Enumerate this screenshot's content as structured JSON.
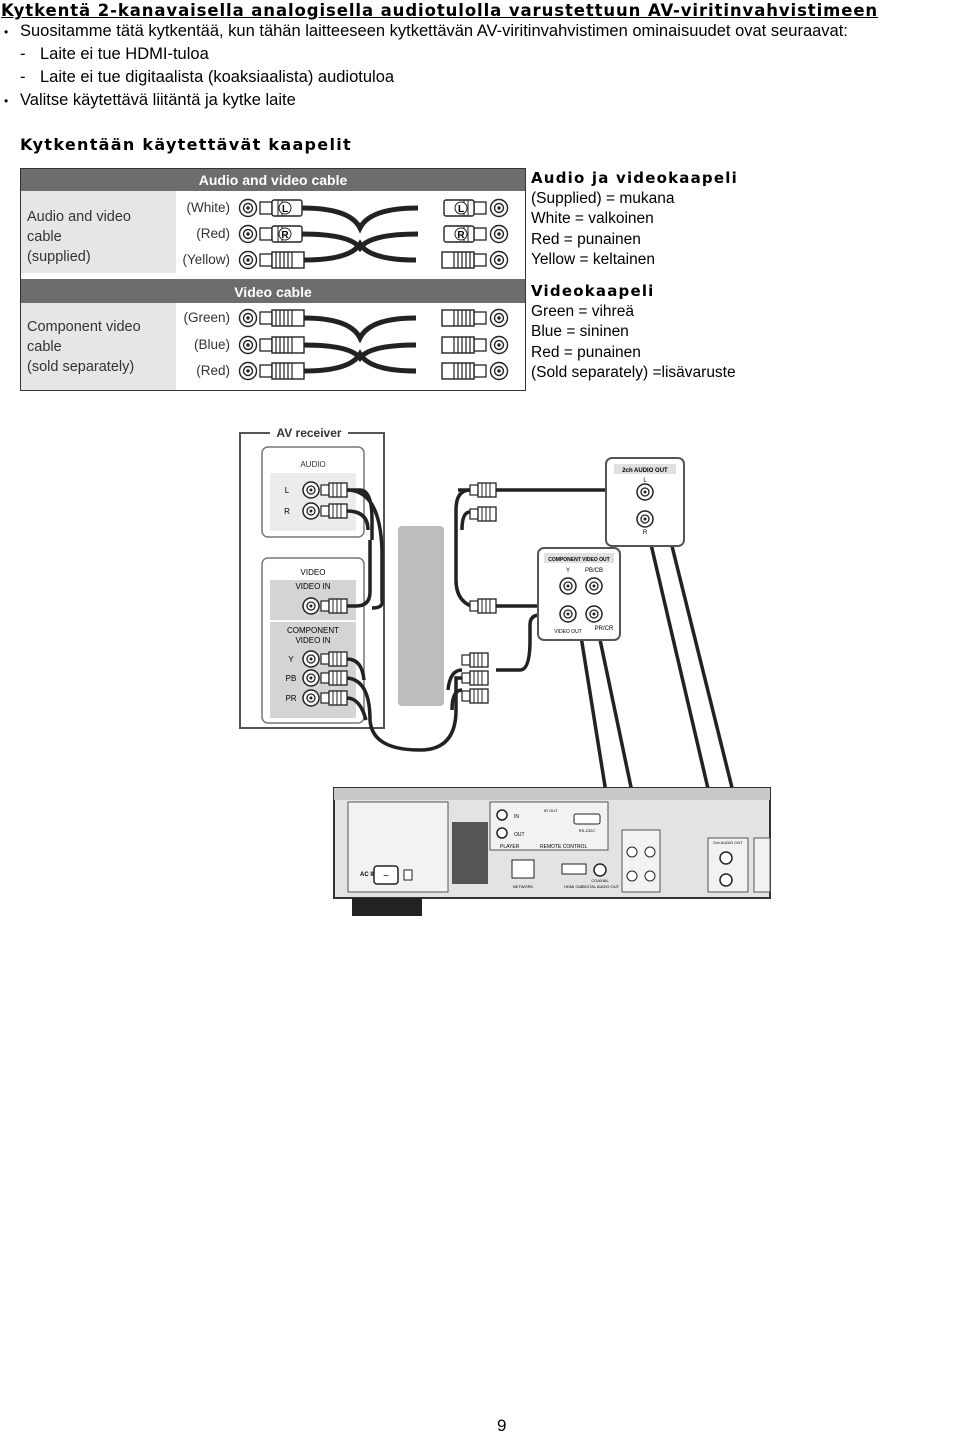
{
  "document": {
    "heading": "Kytkentä 2-kanavaisella analogisella audiotulolla varustettuun AV-viritinvahvistimeen",
    "intro_bullet": "Suositamme tätä kytkentää, kun tähän laitteeseen kytkettävän AV-viritinvahvistimen ominaisuudet ovat seuraavat:",
    "conditions": [
      "Laite ei tue HDMI-tuloa",
      "Laite ei tue digitaalista (koaksiaalista) audiotuloa"
    ],
    "second_bullet": "Valitse käytettävä liitäntä ja kytke laite",
    "cables_heading": "Kytkentään käytettävät kaapelit",
    "page_number": "9"
  },
  "cable_figure": {
    "av_header": "Audio and video cable",
    "av_label": [
      "Audio and video",
      "cable",
      "(supplied)"
    ],
    "av_colors": [
      "(White)",
      "(Red)",
      "(Yellow)"
    ],
    "av_plug_letters": [
      "L",
      "R"
    ],
    "video_header": "Video cable",
    "comp_label": [
      "Component video",
      "cable",
      "(sold separately)"
    ],
    "comp_colors": [
      "(Green)",
      "(Blue)",
      "(Red)"
    ]
  },
  "legend": {
    "av_title": "Audio ja videokaapeli",
    "av_lines": [
      "(Supplied) = mukana",
      "White = valkoinen",
      "Red = punainen",
      "Yellow = keltainen"
    ],
    "video_title": "Videokaapeli",
    "video_lines": [
      "Green = vihreä",
      "Blue = sininen",
      "Red = punainen",
      "(Sold separately) =lisävaruste"
    ]
  },
  "diagram": {
    "receiver_title": "AV receiver",
    "audio_label": "AUDIO",
    "lr": [
      "L",
      "R"
    ],
    "video_label": "VIDEO",
    "video_in": "VIDEO IN",
    "component_in": [
      "COMPONENT",
      "VIDEO IN"
    ],
    "comp_ports": [
      "Y",
      "PB",
      "PR"
    ],
    "player_audio_out": "2ch AUDIO OUT",
    "player_comp_out": "COMPONENT VIDEO OUT",
    "comp_out_ports": [
      "Y",
      "PB/CB",
      "PR/CR"
    ],
    "video_out": "VIDEO OUT",
    "ac_in": "AC IN",
    "panel_labels": [
      "IR OUT",
      "REMOTE CONTROL",
      "PLAYER",
      "RS-232C",
      "NETWORK",
      "HDMI OUT",
      "DIGITAL AUDIO OUT",
      "COAXIAL",
      "IN",
      "OUT",
      "2ch AUDIO OUT"
    ]
  },
  "colors": {
    "figure_header_bg": "#6d6d6d",
    "figure_label_bg": "#e6e6e6"
  }
}
